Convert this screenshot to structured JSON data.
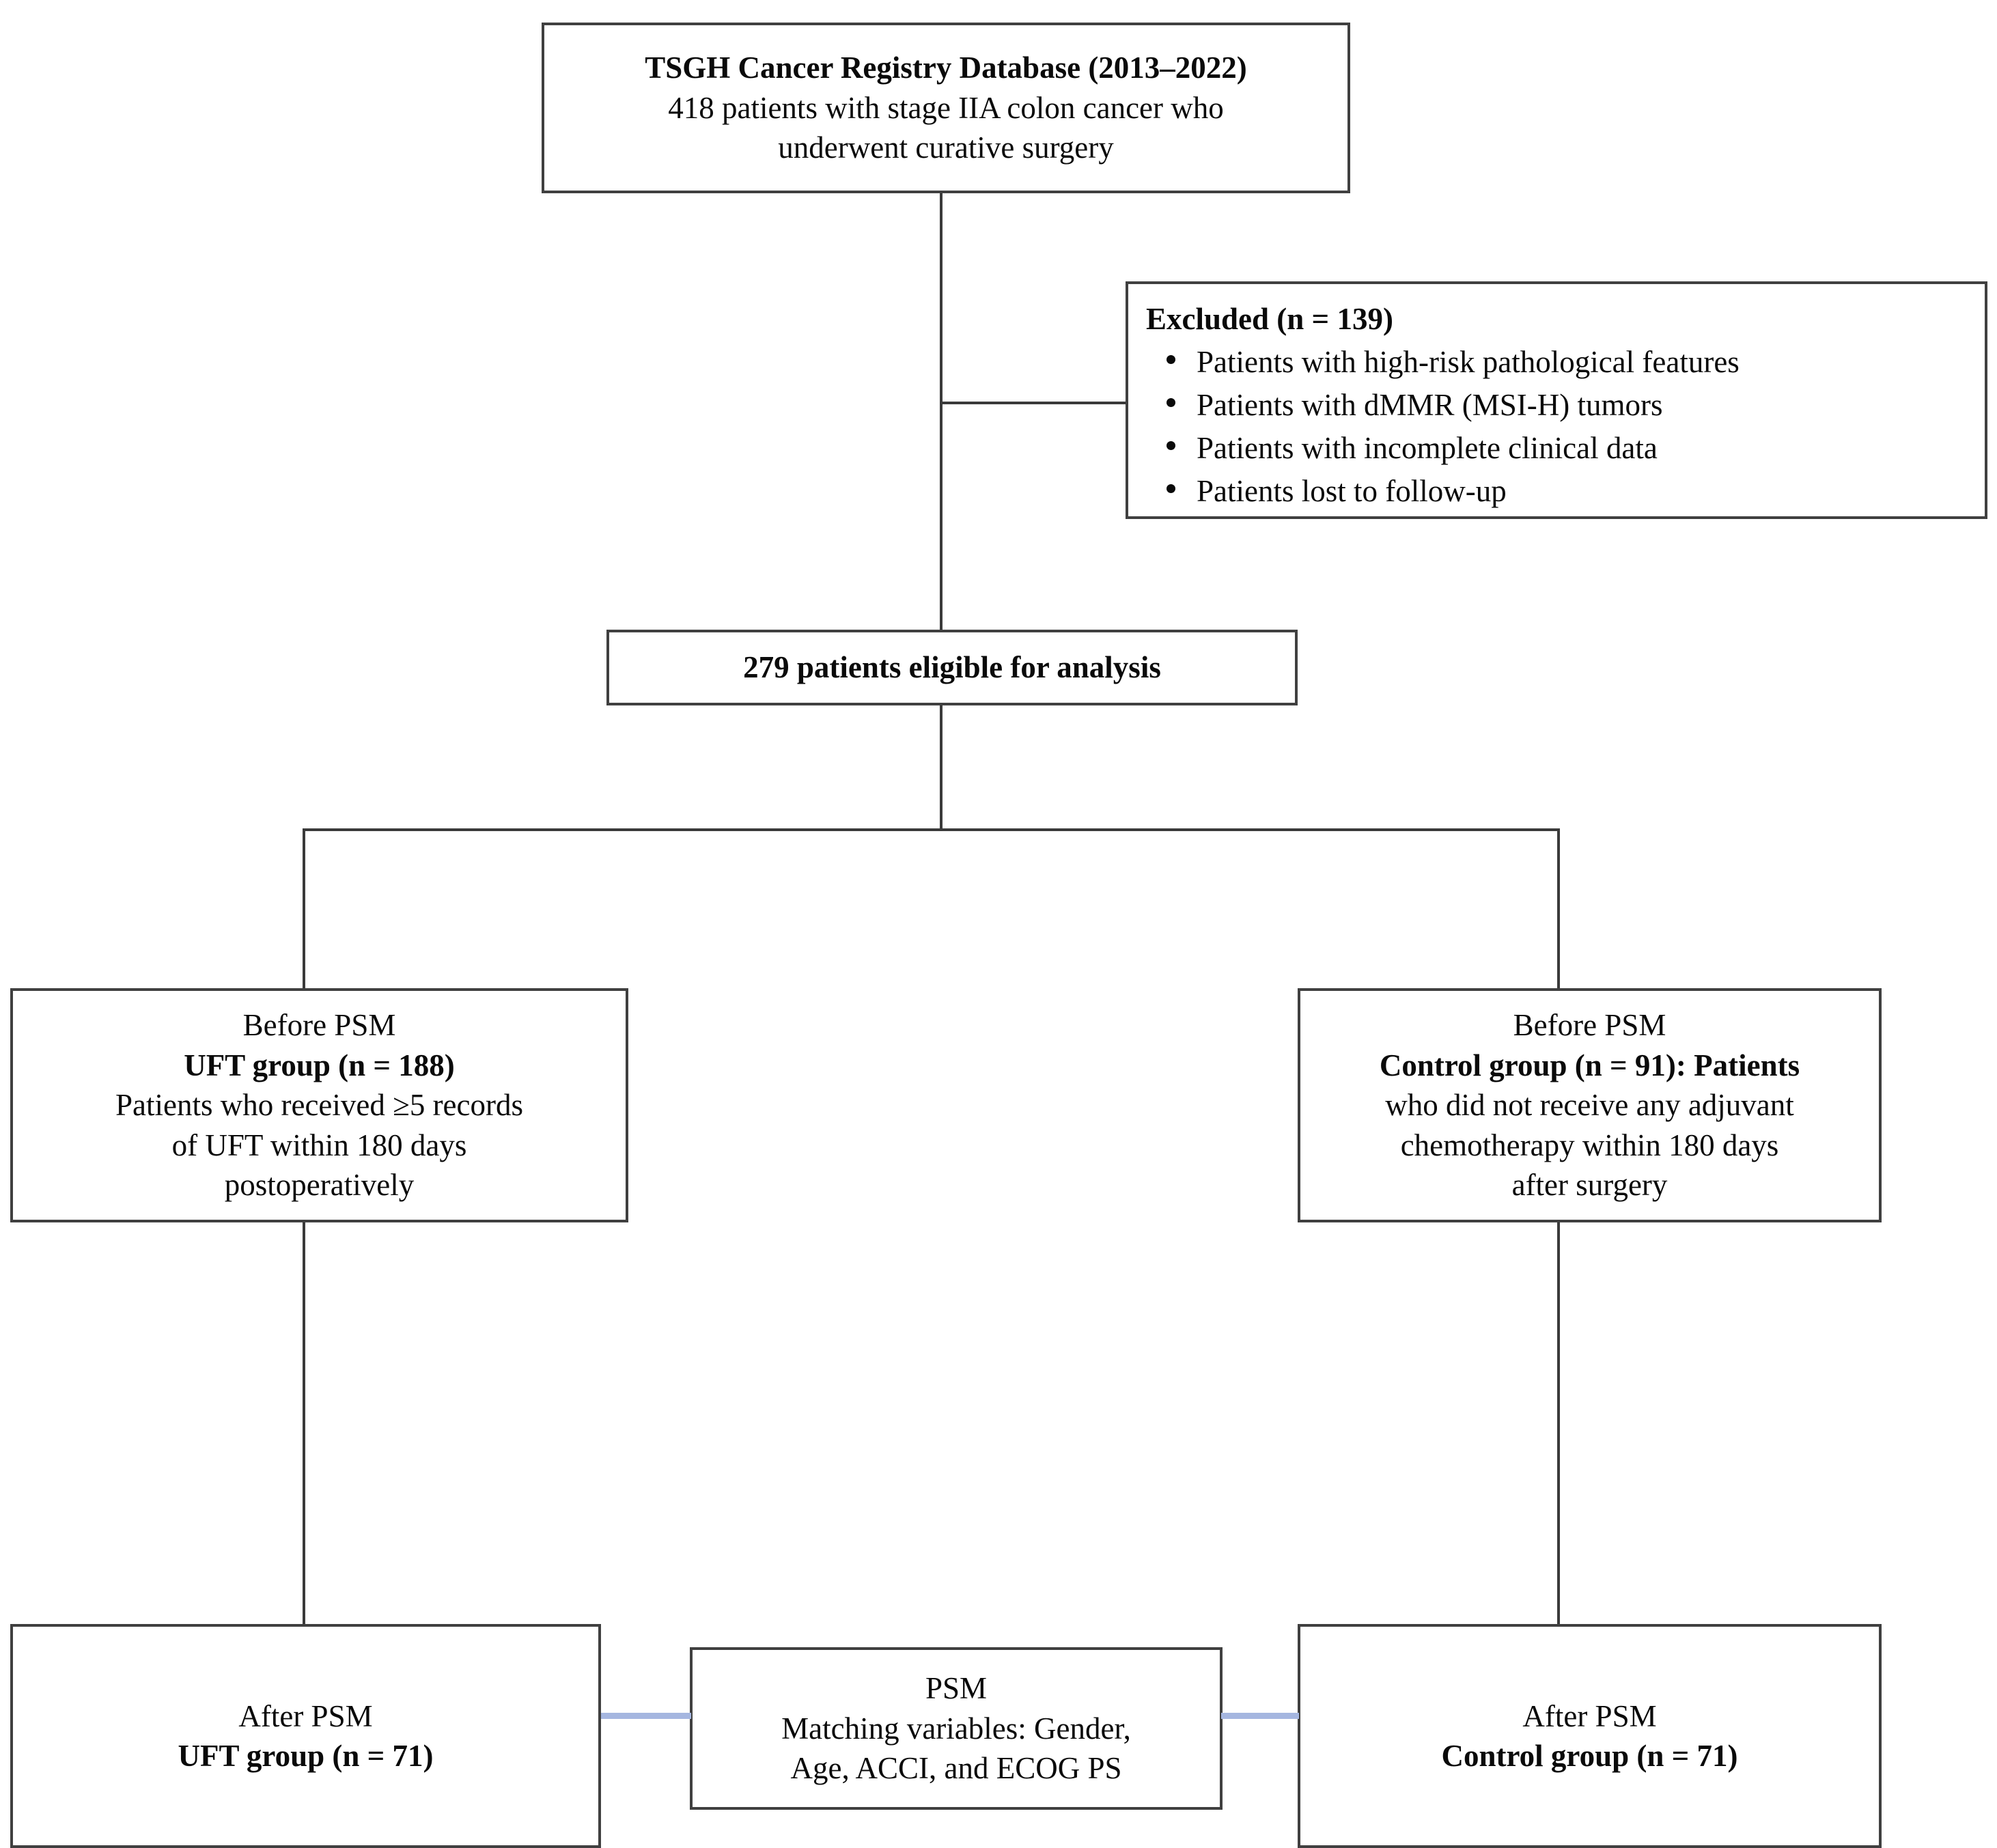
{
  "figure": {
    "type": "flowchart",
    "description": "CONSORT-style patient selection flow diagram"
  },
  "nodes": {
    "source": {
      "title": "TSGH Cancer Registry Database (2013–2022)",
      "line2": "418 patients with stage IIA colon cancer who",
      "line3": "underwent curative surgery"
    },
    "excluded": {
      "title": "Excluded (n = 139)",
      "items": [
        "Patients with high-risk pathological features",
        "Patients with dMMR (MSI-H) tumors",
        "Patients with incomplete clinical data",
        "Patients lost to follow-up"
      ]
    },
    "eligible": {
      "text": "279 patients eligible for analysis"
    },
    "uft_before": {
      "line1": "Before PSM",
      "line2": "UFT group (n = 188)",
      "line3": "Patients who received ≥5 records",
      "line4": "of UFT within 180 days",
      "line5": "postoperatively"
    },
    "control_before": {
      "line1": "Before PSM",
      "line2": "Control group (n = 91): Patients",
      "line3": "who did not receive any adjuvant",
      "line4": "chemotherapy within 180 days",
      "line5": "after surgery"
    },
    "uft_after": {
      "line1": "After PSM",
      "line2": "UFT group (n = 71)"
    },
    "psm": {
      "line1": "PSM",
      "line2": "Matching variables: Gender,",
      "line3": "Age, ACCI, and ECOG PS"
    },
    "control_after": {
      "line1": "After PSM",
      "line2": "Control group (n = 71)"
    }
  },
  "colors": {
    "box_border": "#404040",
    "connector": "#3a3a3a",
    "psm_connector": "#a5b6e0",
    "background": "#ffffff",
    "text": "#0a0a0a"
  }
}
